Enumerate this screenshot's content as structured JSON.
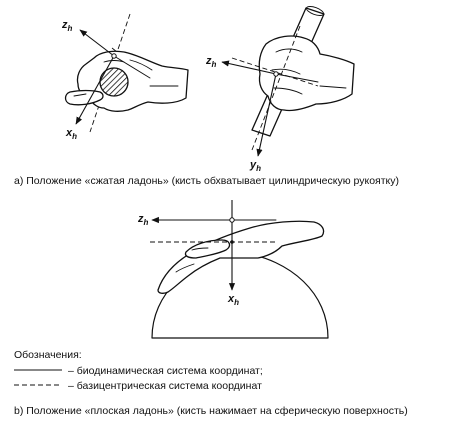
{
  "axes": {
    "a_left_z": "z",
    "a_left_x": "x",
    "a_right_z": "z",
    "a_right_y": "y",
    "b_z": "z",
    "b_x": "x",
    "subscript": "h"
  },
  "captions": {
    "a": "а) Положение «сжатая ладонь» (кисть обхватывает цилиндрическую рукоятку)",
    "b": "b) Положение «плоская ладонь» (кисть нажимает на сферическую поверхность)"
  },
  "legend": {
    "title": "Обозначения:",
    "solid": "– биодинамическая система координат;",
    "dashed": "– базицентрическая система координат"
  }
}
